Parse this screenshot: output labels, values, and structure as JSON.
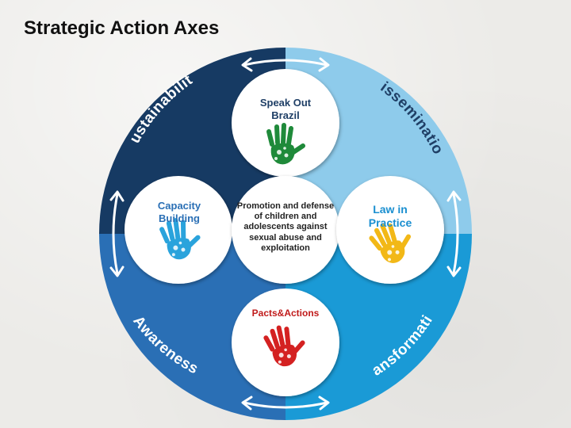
{
  "title": "Strategic Action Axes",
  "colors": {
    "sustainability": "#163a63",
    "dissemination": "#8ecbeb",
    "awareness": "#2a6fb5",
    "transformation": "#1a9ad6",
    "hand_green": "#1f8a3a",
    "hand_blue": "#2aa3dc",
    "hand_yellow": "#f2b817",
    "hand_red": "#d42121"
  },
  "axes": {
    "sustainability": "Sustainability",
    "dissemination": "Dissemination",
    "awareness": "Awareness",
    "transformation": "Transformation"
  },
  "nodes": {
    "top": {
      "label": "Speak Out Brazil",
      "icon": "green-hand-icon"
    },
    "left": {
      "label": "Capacity Building",
      "icon": "blue-hand-icon"
    },
    "center": {
      "label": "Promotion and defense of children and adolescents against sexual abuse and exploitation"
    },
    "right": {
      "label": "Law in Practice",
      "icon": "yellow-hand-icon"
    },
    "bottom": {
      "label": "Pacts&Actions",
      "icon": "red-hand-icon"
    }
  }
}
